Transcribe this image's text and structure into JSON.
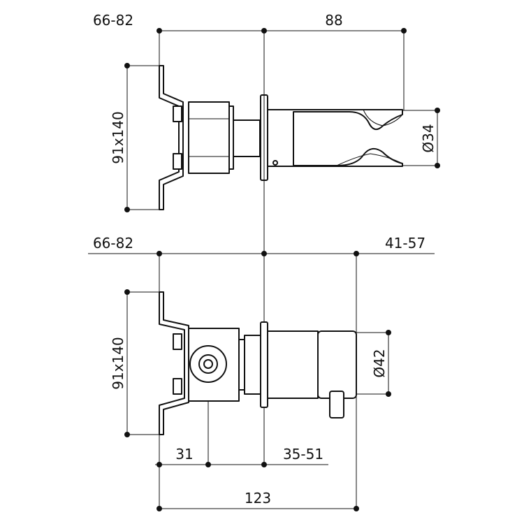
{
  "colors": {
    "line": "#111111",
    "background": "#ffffff"
  },
  "top_view": {
    "depth_label": "66-82",
    "length_label": "88",
    "height_label": "91x140",
    "diameter_label": "Ø34"
  },
  "bottom_view": {
    "depth_label": "66-82",
    "length_label": "41-57",
    "height_label": "91x140",
    "diameter_label": "Ø42",
    "offset_label": "31",
    "extension_label": "35-51",
    "total_label": "123"
  }
}
